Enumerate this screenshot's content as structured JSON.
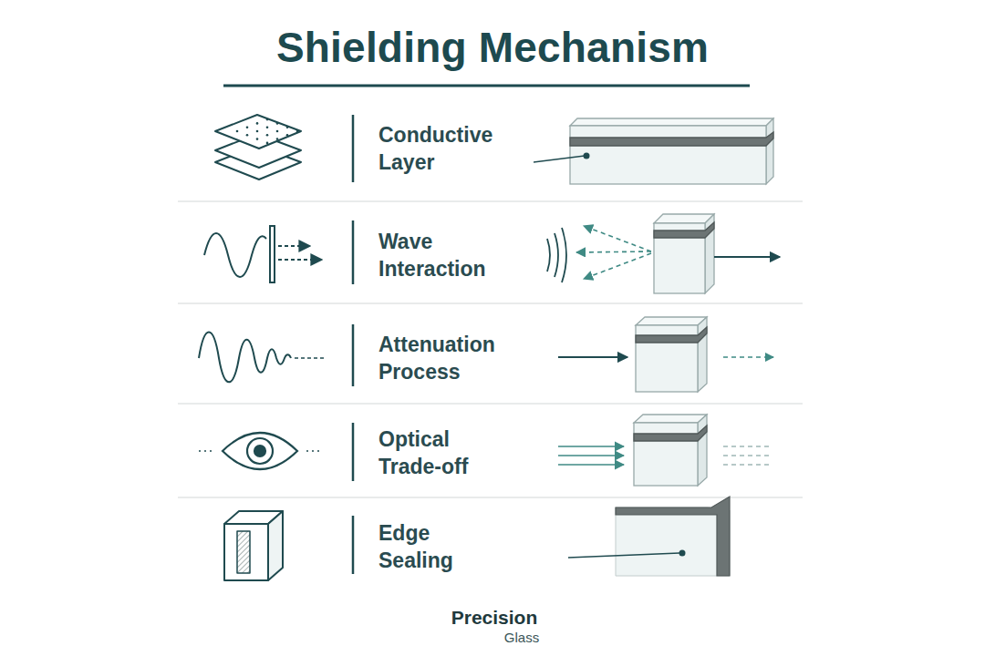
{
  "diagram": {
    "title": "Shielding Mechanism",
    "labels": [
      "Conductive Layer",
      "Wave Interaction",
      "Attenuation Process",
      "Optical Trade-off",
      "Edge Sealing",
      "Precision",
      "Glass"
    ]
  }
}
